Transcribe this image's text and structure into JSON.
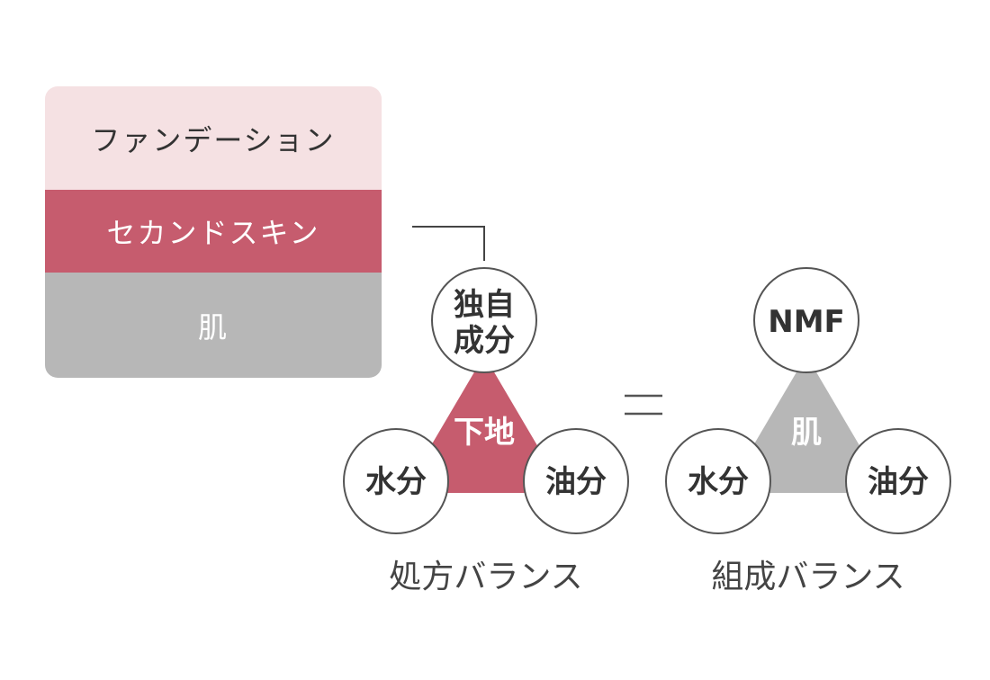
{
  "colors": {
    "foundation": "#f5e1e3",
    "second_skin": "#c65c6e",
    "skin": "#b7b7b7",
    "text_dark": "#333333",
    "text_light": "#ffffff",
    "circle_stroke": "#555555"
  },
  "layers": {
    "foundation": "ファンデーション",
    "second_skin": "セカンドスキン",
    "skin": "肌"
  },
  "left_triangle": {
    "center_label": "下地",
    "top_line1": "独自",
    "top_line2": "成分",
    "left_label": "水分",
    "right_label": "油分",
    "caption": "処方バランス"
  },
  "equals_sign": "＝",
  "right_triangle": {
    "center_label": "肌",
    "top_label": "NMF",
    "left_label": "水分",
    "right_label": "油分",
    "caption": "組成バランス"
  }
}
